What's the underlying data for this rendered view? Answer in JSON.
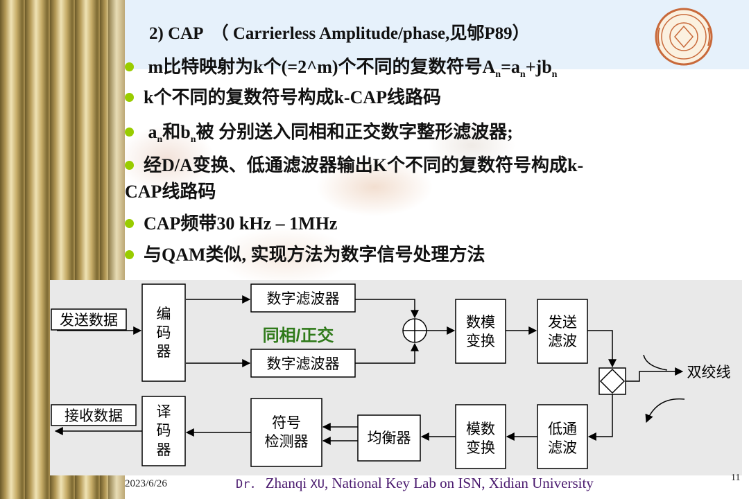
{
  "slide": {
    "title": "2) CAP　（ Carrierless Amplitude/phase,见邭P89）",
    "bullets": {
      "b1": {
        "pre": "m比特映射为k个(=2^m)个不同的复数符号A",
        "sub1": "n",
        "mid": "=a",
        "sub2": "n",
        "mid2": "+jb",
        "sub3": "n"
      },
      "b2": "k个不同的复数符号构成k-CAP线路码",
      "b3": {
        "pre": "a",
        "sub1": "n",
        "mid": "和b",
        "sub2": "n",
        "post": "被 分别送入同相和正交数字整形滤波器;"
      },
      "b4_line1": "经D/A变换、低通滤波器输出K个不同的复数符号构成k-",
      "b4_line2": "CAP线路码",
      "b5": "CAP频带30 kHz – 1MHz",
      "b6": "与QAM类似, 实现方法为数字信号处理方法"
    }
  },
  "diagram": {
    "send_data": "发送数据",
    "encoder": [
      "编",
      "码",
      "器"
    ],
    "filter_top": "数字滤波器",
    "filter_bottom": "数字滤波器",
    "inphase_label": "同相/正交",
    "dac": [
      "数模",
      "变换"
    ],
    "tx_filter": [
      "发送",
      "滤波"
    ],
    "twisted_pair": "双绞线",
    "receive_data": "接收数据",
    "decoder": [
      "译",
      "码",
      "器"
    ],
    "detector": [
      "符号",
      "检测器"
    ],
    "equalizer": "均衡器",
    "adc": [
      "模数",
      "变换"
    ],
    "lowpass": [
      "低通",
      "滤波"
    ]
  },
  "footer": {
    "date": "2023/6/26",
    "dr": "Dr．",
    "name1": "Zhanqi",
    "xu": "XU",
    "rest": ", National Key Lab on ISN, Xidian University",
    "page": "11"
  },
  "colors": {
    "bullet": "#99cc00",
    "title_box": "#e6f1fb",
    "credit": "#4a1a6e"
  },
  "icons": {
    "seal": "university-seal-icon"
  }
}
